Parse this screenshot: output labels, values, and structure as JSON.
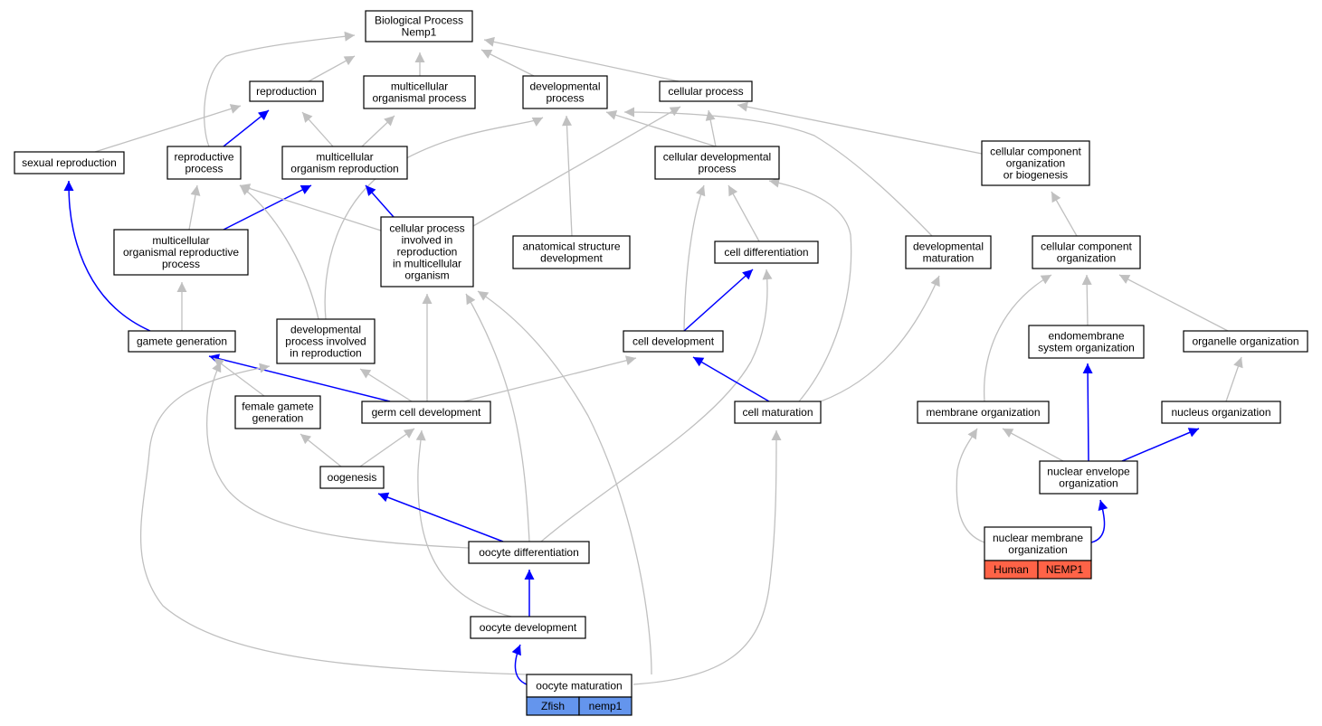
{
  "colors": {
    "gray_edge": "#c0c0c0",
    "blue_edge": "#0000ff",
    "human": "#ff6347",
    "zfish": "#6495ed"
  },
  "nodes": {
    "bp": {
      "lines": [
        "Biological Process",
        "Nemp1"
      ]
    },
    "reproduction": {
      "lines": [
        "reproduction"
      ]
    },
    "multicellular_organismal_process": {
      "lines": [
        "multicellular",
        "organismal process"
      ]
    },
    "developmental_process": {
      "lines": [
        "developmental",
        "process"
      ]
    },
    "cellular_process": {
      "lines": [
        "cellular process"
      ]
    },
    "sexual_reproduction": {
      "lines": [
        "sexual reproduction"
      ]
    },
    "reproductive_process": {
      "lines": [
        "reproductive",
        "process"
      ]
    },
    "multicellular_organism_reproduction": {
      "lines": [
        "multicellular",
        "organism reproduction"
      ]
    },
    "cellular_developmental_process": {
      "lines": [
        "cellular developmental",
        "process"
      ]
    },
    "ccob": {
      "lines": [
        "cellular component",
        "organization",
        "or biogenesis"
      ]
    },
    "mor_process": {
      "lines": [
        "multicellular",
        "organismal reproductive",
        "process"
      ]
    },
    "cp_in_reproduction": {
      "lines": [
        "cellular process",
        "involved in",
        "reproduction",
        "in multicellular",
        "organism"
      ]
    },
    "anatomical_structure_development": {
      "lines": [
        "anatomical structure",
        "development"
      ]
    },
    "cell_differentiation": {
      "lines": [
        "cell differentiation"
      ]
    },
    "developmental_maturation": {
      "lines": [
        "developmental",
        "maturation"
      ]
    },
    "cc_organization": {
      "lines": [
        "cellular component",
        "organization"
      ]
    },
    "gamete_generation": {
      "lines": [
        "gamete generation"
      ]
    },
    "dev_process_repro": {
      "lines": [
        "developmental",
        "process involved",
        "in reproduction"
      ]
    },
    "cell_development": {
      "lines": [
        "cell development"
      ]
    },
    "endomembrane": {
      "lines": [
        "endomembrane",
        "system organization"
      ]
    },
    "organelle_org": {
      "lines": [
        "organelle organization"
      ]
    },
    "female_gamete": {
      "lines": [
        "female gamete",
        "generation"
      ]
    },
    "germ_cell_dev": {
      "lines": [
        "germ cell development"
      ]
    },
    "cell_maturation": {
      "lines": [
        "cell maturation"
      ]
    },
    "membrane_org": {
      "lines": [
        "membrane organization"
      ]
    },
    "nucleus_org": {
      "lines": [
        "nucleus organization"
      ]
    },
    "oogenesis": {
      "lines": [
        "oogenesis"
      ]
    },
    "nuclear_env_org": {
      "lines": [
        "nuclear envelope",
        "organization"
      ]
    },
    "oocyte_diff": {
      "lines": [
        "oocyte differentiation"
      ]
    },
    "nuclear_membrane_org": {
      "lines": [
        "nuclear membrane",
        "organization"
      ],
      "species": "Human",
      "gene": "NEMP1"
    },
    "oocyte_dev": {
      "lines": [
        "oocyte development"
      ]
    },
    "oocyte_maturation": {
      "lines": [
        "oocyte maturation"
      ],
      "species": "Zfish",
      "gene": "nemp1"
    }
  }
}
